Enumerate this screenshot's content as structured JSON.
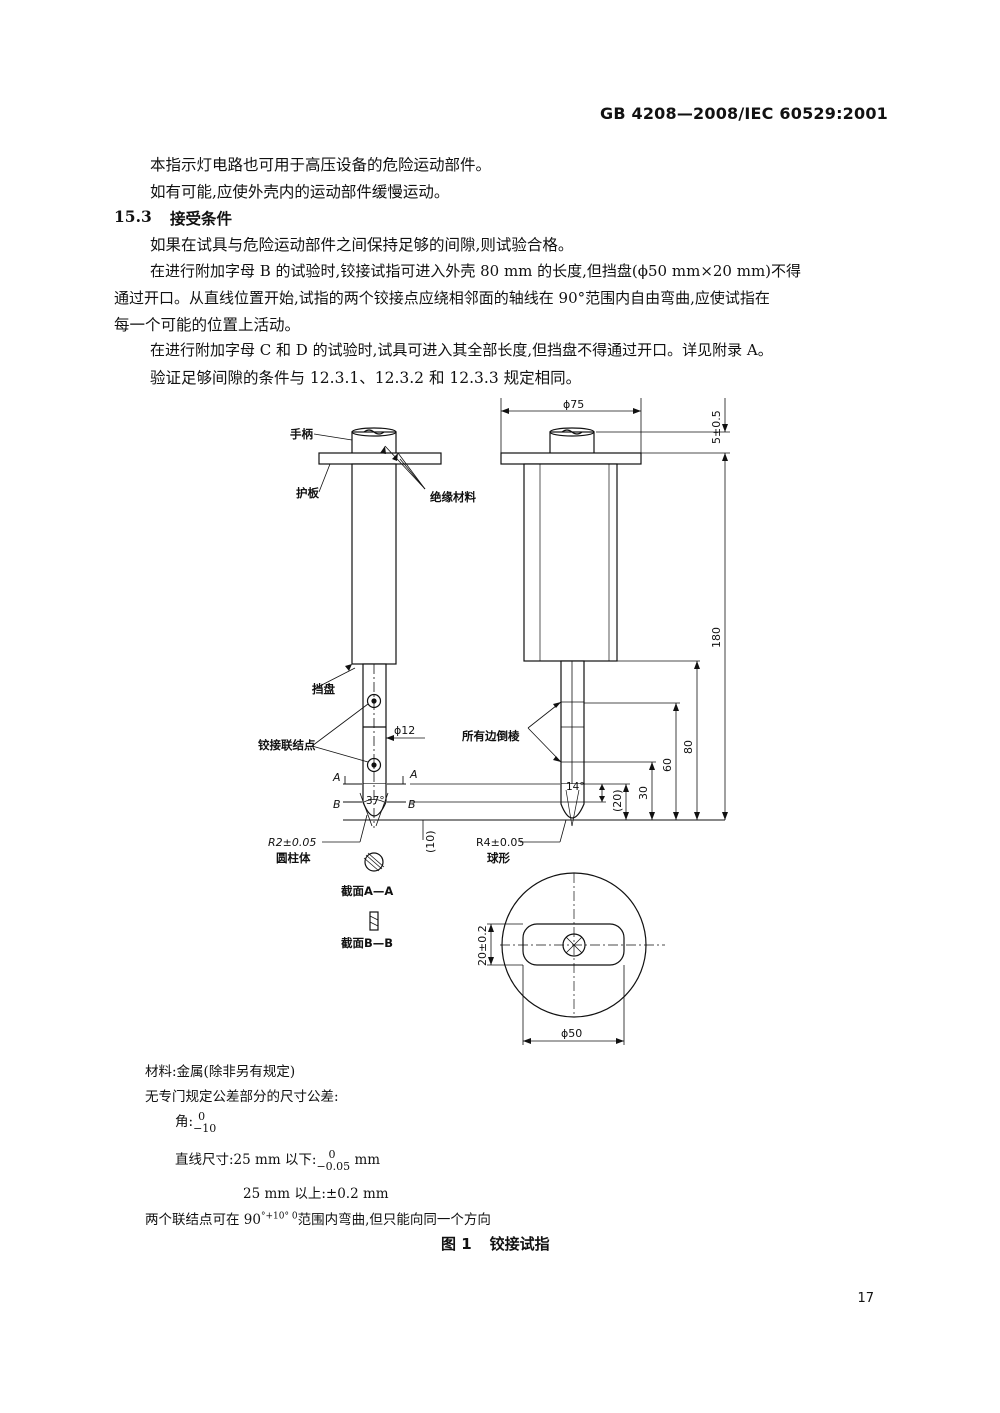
{
  "header": {
    "standard": "GB 4208—2008/IEC 60529:2001"
  },
  "body": {
    "p1": "本指示灯电路也可用于高压设备的危险运动部件。",
    "p2": "如有可能,应使外壳内的运动部件缓慢运动。",
    "section_number": "15.3",
    "section_title": "接受条件",
    "p3": "如果在试具与危险运动部件之间保持足够的间隙,则试验合格。",
    "p4_line1": "在进行附加字母 B 的试验时,铰接试指可进入外壳 80 mm 的长度,但挡盘(ϕ50 mm×20 mm)不得",
    "p4_line2": "通过开口。从直线位置开始,试指的两个铰接点应绕相邻面的轴线在 90°范围内自由弯曲,应使试指在",
    "p4_line3": "每一个可能的位置上活动。",
    "p5": "在进行附加字母 C 和 D 的试验时,试具可进入其全部长度,但挡盘不得通过开口。详见附录 A。",
    "p6": "验证足够间隙的条件与 12.3.1、12.3.2 和 12.3.3 规定相同。"
  },
  "figure": {
    "labels": {
      "handle": "手柄",
      "guard": "护板",
      "insulation": "绝缘材料",
      "stop_plate": "挡盘",
      "hinge_points": "铰接联结点",
      "chamfer": "所有边倒棱",
      "r2": "R2±0.05",
      "cylinder": "圆柱体",
      "r4": "R4±0.05",
      "sphere": "球形",
      "section_aa": "截面A—A",
      "section_bb": "截面B—B",
      "a_mark": "A",
      "b_mark": "B"
    },
    "dims": {
      "phi75": "ϕ75",
      "phi12": "ϕ12",
      "phi50": "ϕ50",
      "d5": "5±0.5",
      "d180": "180",
      "d80": "80",
      "d60": "60",
      "d30": "30",
      "d20p": "(20)",
      "d10p": "(10)",
      "a37": "37°",
      "a14": "14°",
      "d20tol": "20±0.2"
    }
  },
  "notes": {
    "material": "材料:金属(除非另有规定)",
    "tolerance_title": "无专门规定公差部分的尺寸公差:",
    "angle_label": "角:",
    "angle_upper": "0",
    "angle_lower": "−10",
    "linear_label": "直线尺寸:25 mm 以下:",
    "linear_upper": "0",
    "linear_lower": "−0.05",
    "linear_unit": "mm",
    "linear_above": "25 mm 以上:±0.2 mm",
    "bend_prefix": "两个联结点可在 90",
    "bend_sup": "°+10° 0",
    "bend_suffix": "范围内弯曲,但只能向同一个方向"
  },
  "caption": {
    "number": "图 1",
    "title": "铰接试指"
  },
  "footer": {
    "page_number": "17"
  }
}
